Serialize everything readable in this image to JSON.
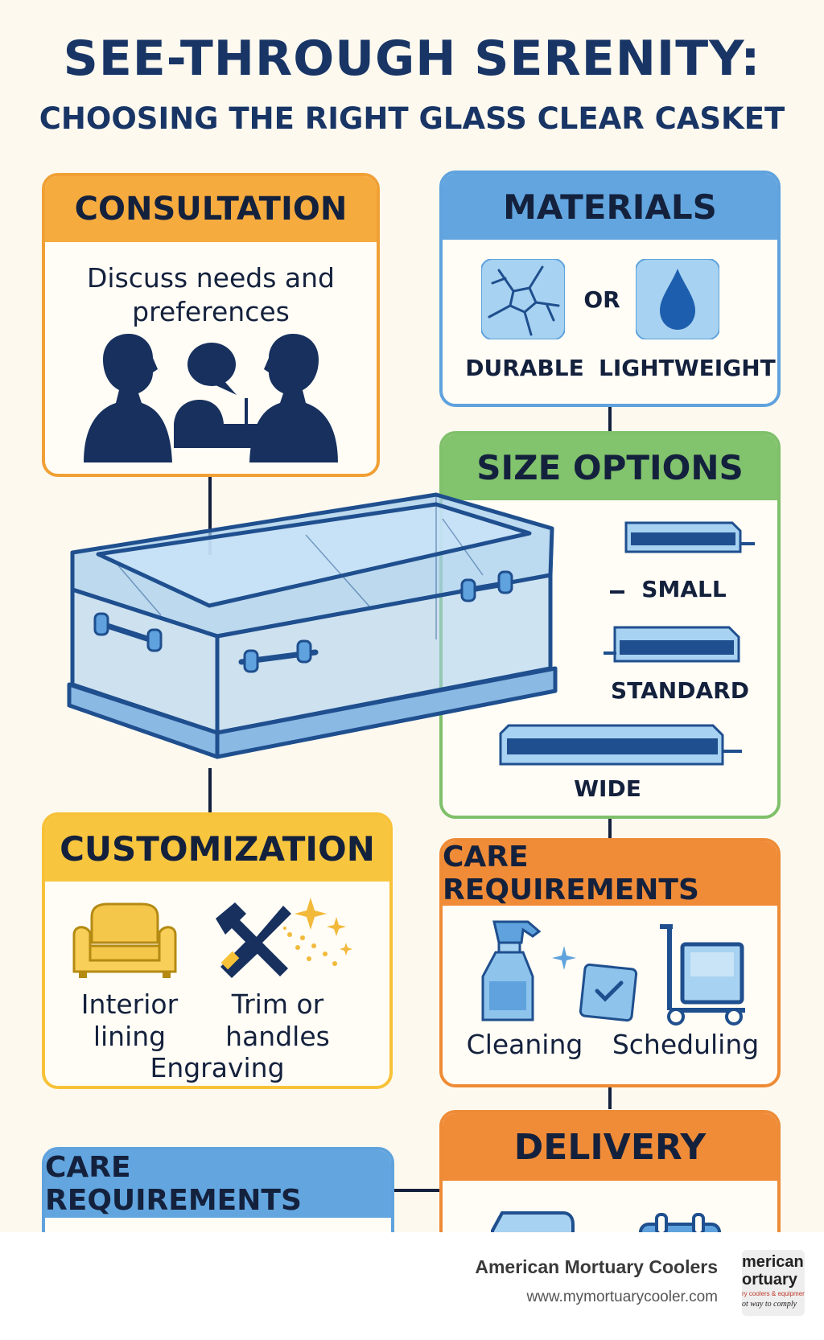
{
  "title": {
    "line1": "SEE-THROUGH SERENITY:",
    "line2": "CHOOSING THE RIGHT GLASS CLEAR CASKET"
  },
  "cards": {
    "consultation": {
      "header": "CONSULTATION",
      "text_line1": "Discuss needs and",
      "text_line2": "preferences"
    },
    "materials": {
      "header": "MATERIALS",
      "or": "OR",
      "option1": "DURABLE",
      "option2": "LIGHTWEIGHT"
    },
    "size_options": {
      "header": "SIZE OPTIONS",
      "small": "SMALL",
      "standard": "STANDARD",
      "wide": "WIDE"
    },
    "customization": {
      "header": "CUSTOMIZATION",
      "item1_line1": "Interior",
      "item1_line2": "lining",
      "item2_line1": "Trim or",
      "item2_line2": "handles",
      "item3": "Engraving"
    },
    "care_right": {
      "header": "CARE REQUIREMENTS",
      "item1": "Cleaning",
      "item2": "Scheduling"
    },
    "delivery": {
      "header": "DELIVERY"
    },
    "care_left": {
      "header": "CARE REQUIREMENTS"
    }
  },
  "footer": {
    "company": "American Mortuary Coolers",
    "url": "www.mymortuarycooler.com",
    "logo_line1": "merican",
    "logo_line2": "ortuary",
    "logo_line3": "ry coolers & equipment",
    "logo_line4": "ot way to comply"
  },
  "colors": {
    "navy": "#183565",
    "orange": "#f0a035",
    "blue": "#5fa2dd",
    "green": "#7fc06a",
    "yellow": "#f7c238",
    "deep_orange": "#ee8b36"
  }
}
